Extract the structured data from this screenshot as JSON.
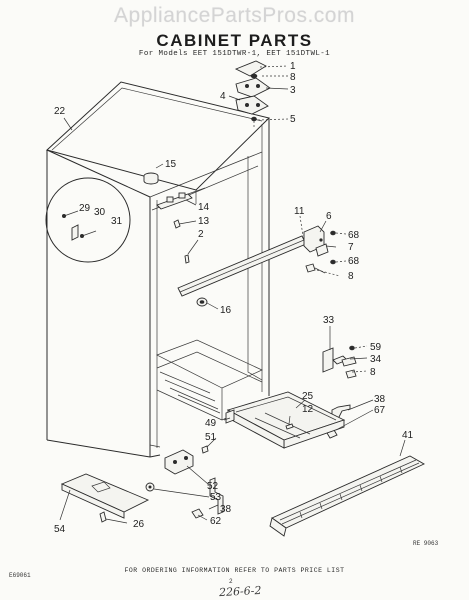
{
  "watermark": "AppliancePartsPros.com",
  "title": "CABINET PARTS",
  "subtitle": "For Models EET 151DTWR-1, EET 151DTWL-1",
  "footer": "FOR ORDERING INFORMATION REFER TO PARTS PRICE LIST",
  "code_left": "E69061",
  "code_right": "RE 9063",
  "page_number": "2",
  "handwritten_note": "226-6-2",
  "callouts": [
    "1",
    "8",
    "3",
    "4",
    "5",
    "22",
    "15",
    "14",
    "13",
    "2",
    "29",
    "30",
    "31",
    "11",
    "6",
    "68",
    "7",
    "68",
    "8",
    "16",
    "33",
    "59",
    "34",
    "8",
    "25",
    "12",
    "38",
    "67",
    "49",
    "51",
    "41",
    "52",
    "53",
    "38",
    "54",
    "26",
    "62"
  ]
}
